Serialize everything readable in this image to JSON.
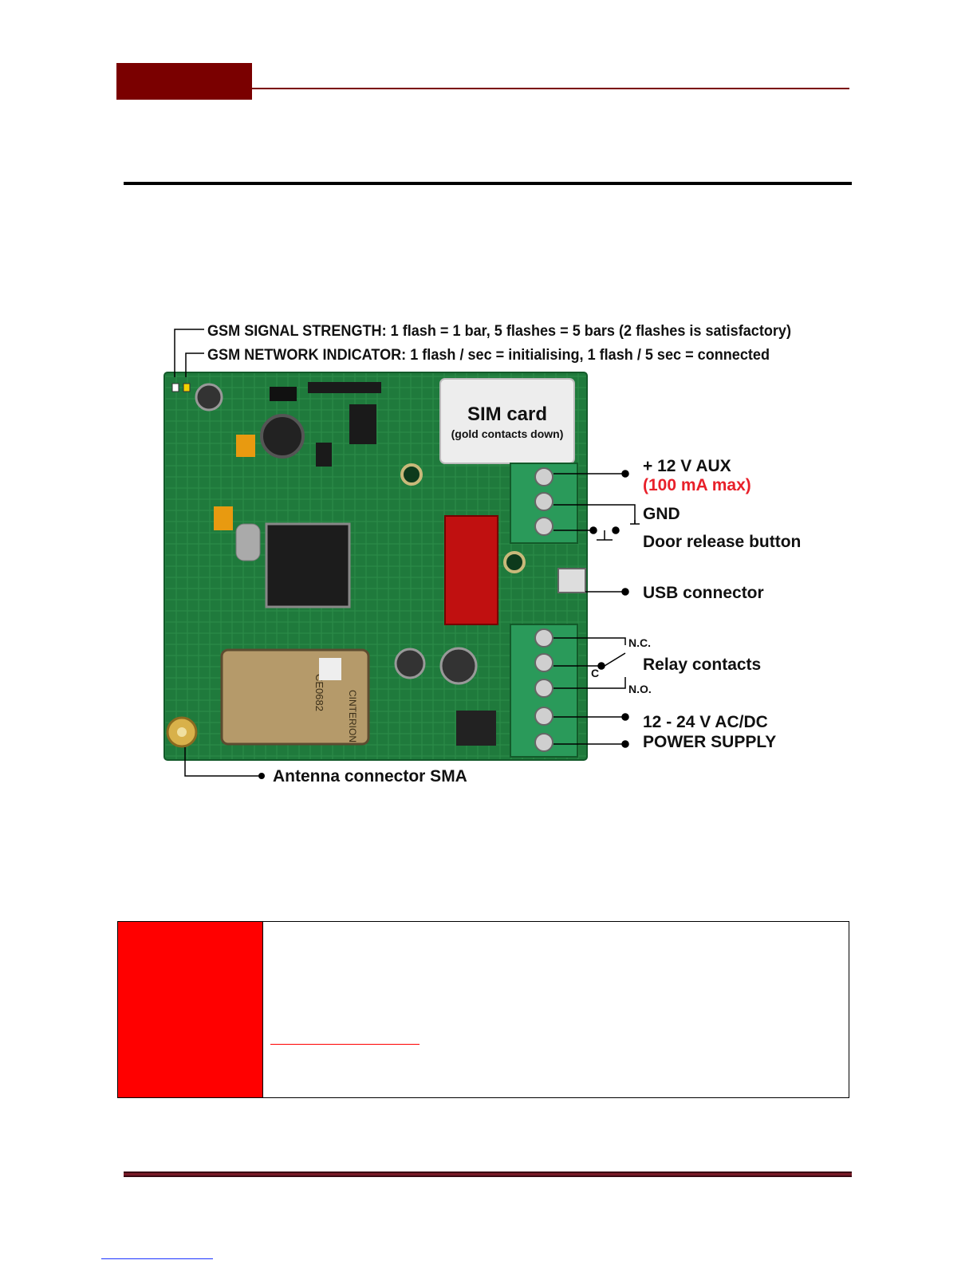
{
  "labels": {
    "gsm_signal": "GSM SIGNAL STRENGTH: 1 flash = 1 bar, 5 flashes = 5 bars (2 flashes is satisfactory)",
    "gsm_network": "GSM NETWORK INDICATOR: 1 flash / sec = initialising, 1 flash / 5 sec = connected",
    "sim_title": "SIM card",
    "sim_sub": "(gold contacts down)",
    "aux": "+ 12 V AUX",
    "aux_max": "(100 mA max)",
    "gnd": "GND",
    "door": "Door release button",
    "usb": "USB connector",
    "nc": "N.C.",
    "c": "C",
    "relay": "Relay contacts",
    "no": "N.O.",
    "power1": "12 - 24 V AC/DC",
    "power2": "POWER SUPPLY",
    "antenna": "Antenna connector SMA"
  },
  "board_marks": {
    "cinterion": "CINTERION",
    "module_mark": "CE0682"
  },
  "colors": {
    "header": "#7a0000",
    "warning": "#ff0000",
    "aux_max": "#e8202a",
    "pcb": "#1f7a3c",
    "terminal": "#2a9a5a"
  }
}
